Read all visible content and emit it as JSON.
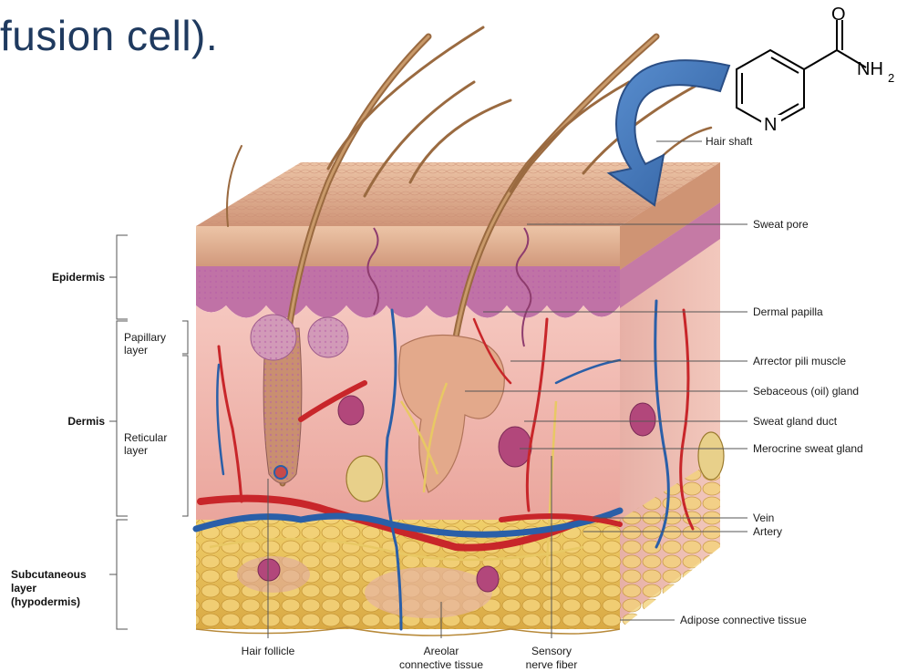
{
  "slide": {
    "title_fragment": "fusion cell)."
  },
  "molecule": {
    "atom_o": "O",
    "atom_n": "N",
    "atom_nh": "NH",
    "subscript": "2"
  },
  "labels": {
    "hair_shaft": "Hair shaft",
    "sweat_pore": "Sweat pore",
    "dermal_papilla": "Dermal papilla",
    "arrector_pili": "Arrector pili muscle",
    "sebaceous": "Sebaceous (oil) gland",
    "sweat_duct": "Sweat gland duct",
    "merocrine": "Merocrine sweat gland",
    "vein": "Vein",
    "artery": "Artery",
    "adipose": "Adipose connective tissue",
    "hair_follicle": "Hair follicle",
    "areolar_1": "Areolar",
    "areolar_2": "connective tissue",
    "sensory_1": "Sensory",
    "sensory_2": "nerve fiber",
    "epidermis": "Epidermis",
    "papillary_1": "Papillary",
    "papillary_2": "layer",
    "dermis": "Dermis",
    "reticular_1": "Reticular",
    "reticular_2": "layer",
    "subq_1": "Subcutaneous",
    "subq_2": "layer",
    "subq_3": "(hypodermis)"
  },
  "colors": {
    "title": "#1f3a5f",
    "arrow": "#3d6fb0",
    "epidermis": "#d9a58a",
    "dermis": "#f0b9b0",
    "hypodermis": "#e8c060",
    "artery": "#c8262a",
    "vein": "#2a5fa8",
    "hair": "#9a6a40"
  }
}
